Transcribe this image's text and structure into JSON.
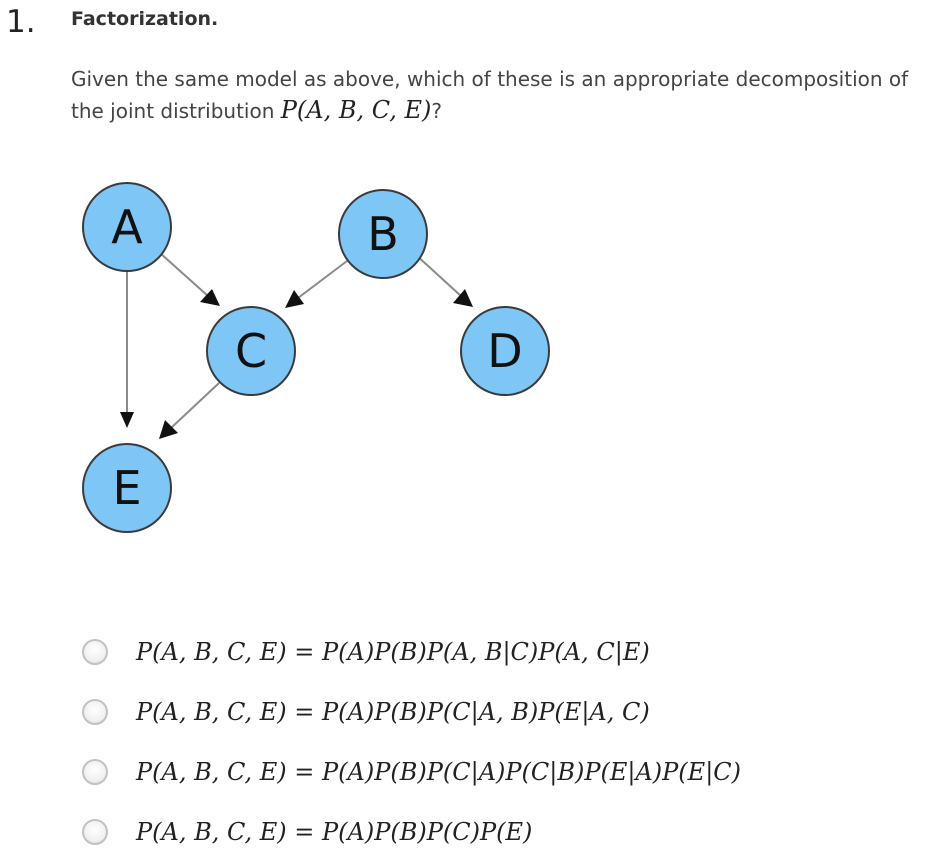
{
  "question": {
    "number": "1.",
    "title": "Factorization.",
    "prompt_text": "Given the same model as above, which of these is an appropriate decomposition of the joint distribution ",
    "prompt_math": "P(A, B, C, E)",
    "prompt_suffix": "?"
  },
  "diagram": {
    "node_color": "#7ec6f6",
    "nodes": {
      "A": "A",
      "B": "B",
      "C": "C",
      "D": "D",
      "E": "E"
    },
    "edges": [
      [
        "A",
        "C"
      ],
      [
        "B",
        "C"
      ],
      [
        "B",
        "D"
      ],
      [
        "A",
        "E"
      ],
      [
        "C",
        "E"
      ]
    ]
  },
  "options": [
    {
      "label": "P(A, B, C, E) = P(A)P(B)P(A, B|C)P(A, C|E)"
    },
    {
      "label": "P(A, B, C, E) = P(A)P(B)P(C|A, B)P(E|A, C)"
    },
    {
      "label": "P(A, B, C, E) = P(A)P(B)P(C|A)P(C|B)P(E|A)P(E|C)"
    },
    {
      "label": "P(A, B, C, E) = P(A)P(B)P(C)P(E)"
    }
  ]
}
